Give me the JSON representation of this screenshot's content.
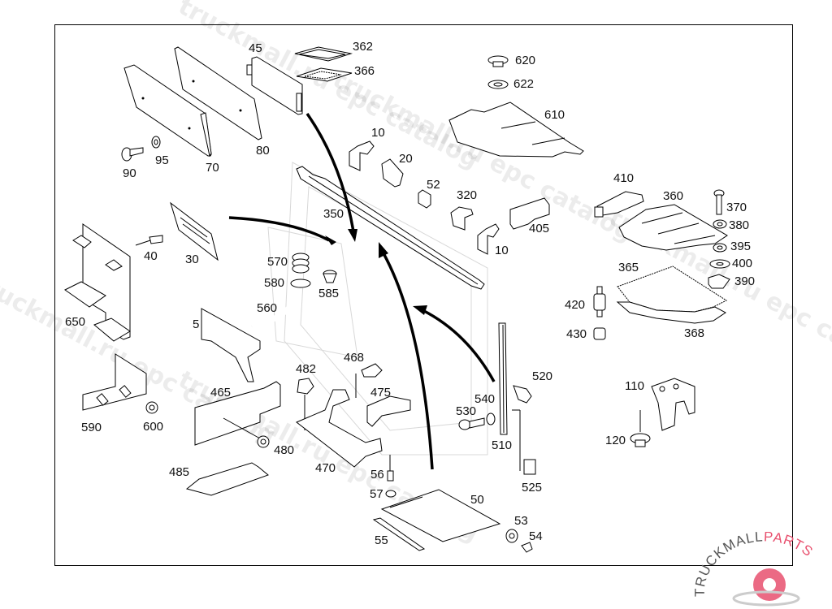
{
  "diagram": {
    "title": "Exploded parts diagram",
    "watermark_texts": [
      "truckmall.ru epc catalog",
      "truckmall.ru epc catalog",
      "truckmall.ru epc catalog",
      "truckmall.ru epc catalog",
      "truckmall.ru epc catalog"
    ],
    "logo": {
      "text_left": "TRUCKMALL",
      "text_right": "PARTS",
      "brand_color": "#e8506e",
      "text_color": "#555555"
    },
    "parts": [
      {
        "id": "p5",
        "number": "5"
      },
      {
        "id": "p10a",
        "number": "10"
      },
      {
        "id": "p10b",
        "number": "10"
      },
      {
        "id": "p20",
        "number": "20"
      },
      {
        "id": "p30",
        "number": "30"
      },
      {
        "id": "p40",
        "number": "40"
      },
      {
        "id": "p45",
        "number": "45"
      },
      {
        "id": "p50",
        "number": "50"
      },
      {
        "id": "p52",
        "number": "52"
      },
      {
        "id": "p53",
        "number": "53"
      },
      {
        "id": "p54",
        "number": "54"
      },
      {
        "id": "p55",
        "number": "55"
      },
      {
        "id": "p56",
        "number": "56"
      },
      {
        "id": "p57",
        "number": "57"
      },
      {
        "id": "p70",
        "number": "70"
      },
      {
        "id": "p80",
        "number": "80"
      },
      {
        "id": "p90",
        "number": "90"
      },
      {
        "id": "p95",
        "number": "95"
      },
      {
        "id": "p110",
        "number": "110"
      },
      {
        "id": "p120",
        "number": "120"
      },
      {
        "id": "p320",
        "number": "320"
      },
      {
        "id": "p350",
        "number": "350"
      },
      {
        "id": "p360",
        "number": "360"
      },
      {
        "id": "p362",
        "number": "362"
      },
      {
        "id": "p365",
        "number": "365"
      },
      {
        "id": "p366",
        "number": "366"
      },
      {
        "id": "p368",
        "number": "368"
      },
      {
        "id": "p370",
        "number": "370"
      },
      {
        "id": "p380",
        "number": "380"
      },
      {
        "id": "p390",
        "number": "390"
      },
      {
        "id": "p395",
        "number": "395"
      },
      {
        "id": "p400",
        "number": "400"
      },
      {
        "id": "p405",
        "number": "405"
      },
      {
        "id": "p410",
        "number": "410"
      },
      {
        "id": "p420",
        "number": "420"
      },
      {
        "id": "p430",
        "number": "430"
      },
      {
        "id": "p465",
        "number": "465"
      },
      {
        "id": "p468",
        "number": "468"
      },
      {
        "id": "p470",
        "number": "470"
      },
      {
        "id": "p475",
        "number": "475"
      },
      {
        "id": "p480",
        "number": "480"
      },
      {
        "id": "p482",
        "number": "482"
      },
      {
        "id": "p485",
        "number": "485"
      },
      {
        "id": "p510",
        "number": "510"
      },
      {
        "id": "p520",
        "number": "520"
      },
      {
        "id": "p525",
        "number": "525"
      },
      {
        "id": "p530",
        "number": "530"
      },
      {
        "id": "p540",
        "number": "540"
      },
      {
        "id": "p560",
        "number": "560"
      },
      {
        "id": "p570",
        "number": "570"
      },
      {
        "id": "p580",
        "number": "580"
      },
      {
        "id": "p585",
        "number": "585"
      },
      {
        "id": "p590",
        "number": "590"
      },
      {
        "id": "p600",
        "number": "600"
      },
      {
        "id": "p610",
        "number": "610"
      },
      {
        "id": "p620",
        "number": "620"
      },
      {
        "id": "p622",
        "number": "622"
      },
      {
        "id": "p650",
        "number": "650"
      }
    ]
  }
}
